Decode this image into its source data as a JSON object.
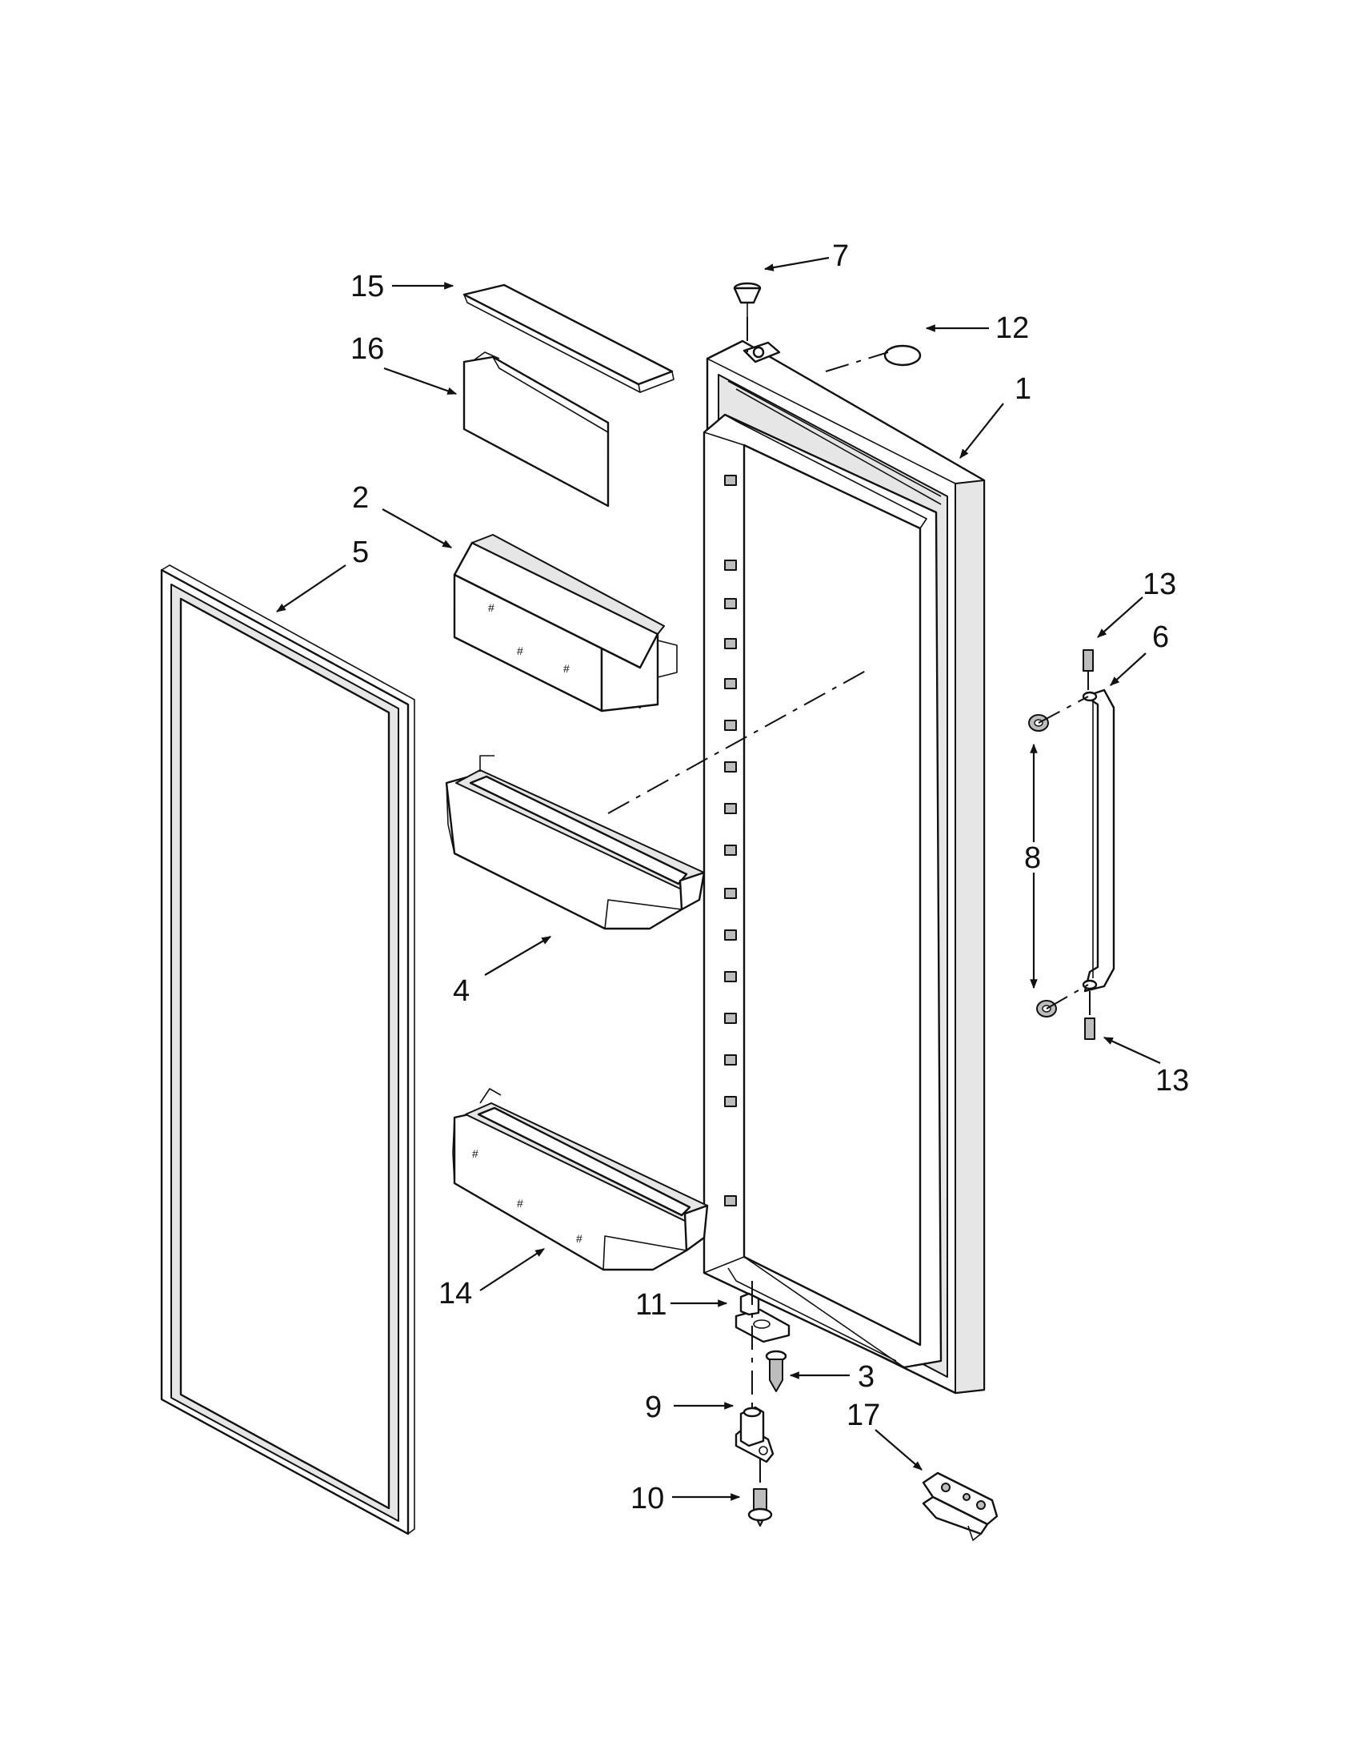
{
  "labels": {
    "p1": "1",
    "p2": "2",
    "p3": "3",
    "p4": "4",
    "p5": "5",
    "p6": "6",
    "p7": "7",
    "p8": "8",
    "p9": "9",
    "p10": "10",
    "p11": "11",
    "p12": "12",
    "p13a": "13",
    "p13b": "13",
    "p14": "14",
    "p15": "15",
    "p16": "16",
    "p17": "17"
  },
  "icons": {
    "arrowhead": "arrow-icon"
  }
}
